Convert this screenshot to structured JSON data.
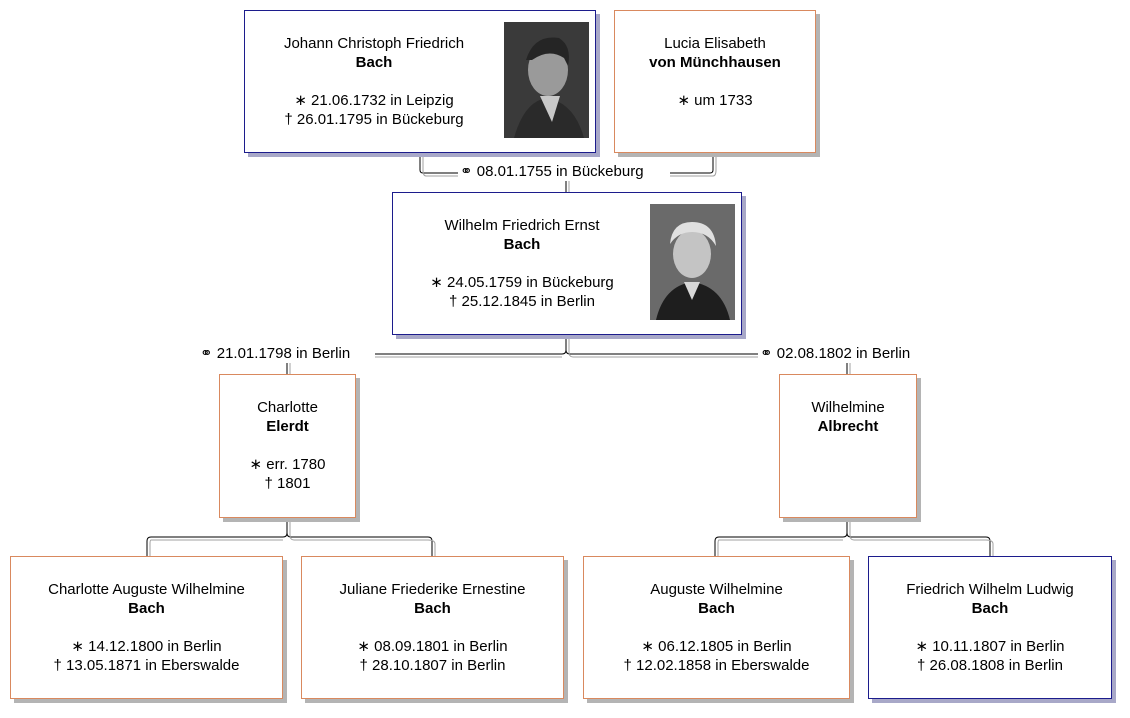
{
  "persons": [
    {
      "first": "Johann Christoph Friedrich",
      "surname": "Bach",
      "birth": "∗  21.06.1732 in Leipzig",
      "death": "†  26.01.1795 in Bückeburg",
      "sex": "male"
    },
    {
      "first": "Lucia Elisabeth",
      "surname": "von Münchhausen",
      "birth": "∗ um 1733",
      "sex": "female"
    },
    {
      "first": "Wilhelm Friedrich Ernst",
      "surname": "Bach",
      "birth": "∗  24.05.1759 in Bückeburg",
      "death": "†  25.12.1845 in Berlin",
      "sex": "male"
    },
    {
      "first": "Charlotte",
      "surname": "Elerdt",
      "birth": "∗ err. 1780",
      "death": "†  1801",
      "sex": "female"
    },
    {
      "first": "Wilhelmine",
      "surname": "Albrecht",
      "sex": "female"
    },
    {
      "first": "Charlotte Auguste Wilhelmine",
      "surname": "Bach",
      "birth": "∗  14.12.1800 in Berlin",
      "death": "†  13.05.1871 in Eberswalde",
      "sex": "female"
    },
    {
      "first": "Juliane Friederike Ernestine",
      "surname": "Bach",
      "birth": "∗  08.09.1801 in Berlin",
      "death": "†  28.10.1807 in Berlin",
      "sex": "female"
    },
    {
      "first": "Auguste Wilhelmine",
      "surname": "Bach",
      "birth": "∗  06.12.1805 in Berlin",
      "death": "†  12.02.1858 in Eberswalde",
      "sex": "female"
    },
    {
      "first": "Friedrich Wilhelm Ludwig",
      "surname": "Bach",
      "birth": "∗  10.11.1807 in Berlin",
      "death": "†  26.08.1808 in Berlin",
      "sex": "male"
    }
  ],
  "marriages": [
    {
      "label": "⚭  08.01.1755 in Bückeburg"
    },
    {
      "label": "⚭  21.01.1798 in Berlin"
    },
    {
      "label": "⚭  02.08.1802 in Berlin"
    }
  ],
  "colors": {
    "male_border": "#1c1c8c",
    "female_border": "#d9895e"
  }
}
